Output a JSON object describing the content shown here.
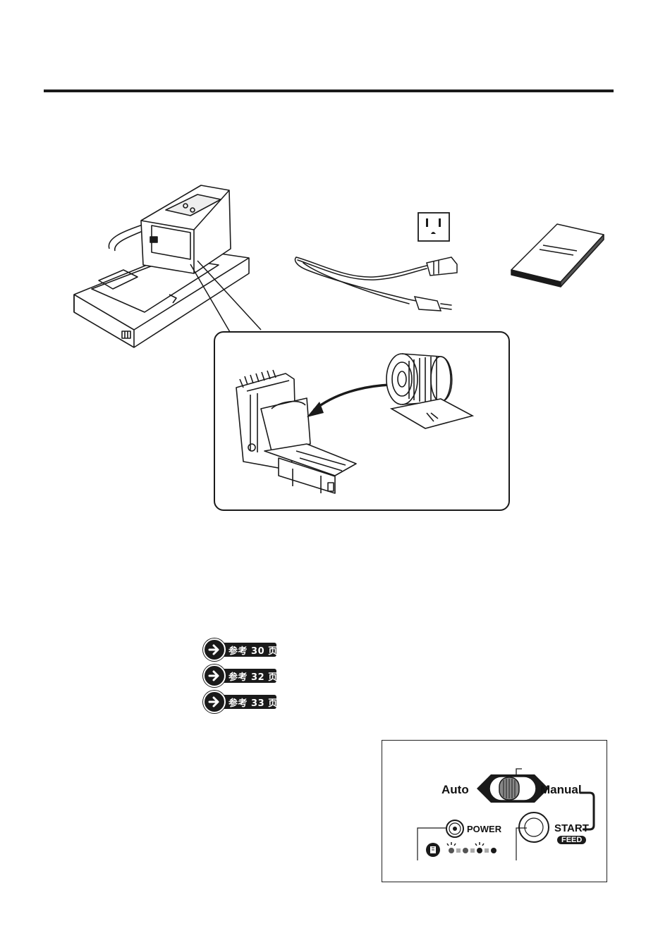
{
  "references": [
    {
      "label": "参考 30 页"
    },
    {
      "label": "参考 32 页"
    },
    {
      "label": "参考 33 页"
    }
  ],
  "control_panel": {
    "auto_label": "Auto",
    "manual_label": "Manual",
    "power_label": "POWER",
    "start_label": "START",
    "feed_label": "FEED"
  },
  "icons": {
    "outlet": "outlet-icon",
    "arrow": "arrow-right-icon",
    "manual": "manual-booklet-icon"
  }
}
